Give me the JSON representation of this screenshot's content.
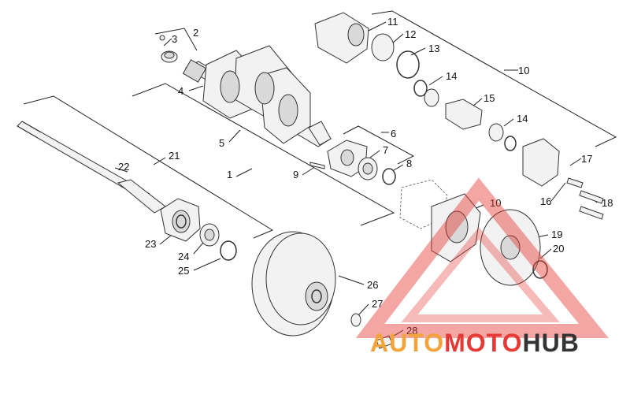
{
  "diagram": {
    "callouts": [
      "1",
      "2",
      "3",
      "4",
      "5",
      "6",
      "7",
      "8",
      "9",
      "10",
      "10",
      "11",
      "12",
      "13",
      "14",
      "14",
      "15",
      "16",
      "17",
      "18",
      "19",
      "20",
      "21",
      "22",
      "23",
      "24",
      "25",
      "26",
      "27",
      "28"
    ],
    "watermark": {
      "part1": "AUTO",
      "part2": "MOTO",
      "part3": "HUB",
      "color_primary": "#f2a33a",
      "color_secondary": "#e53935",
      "color_dark": "#333333"
    }
  }
}
